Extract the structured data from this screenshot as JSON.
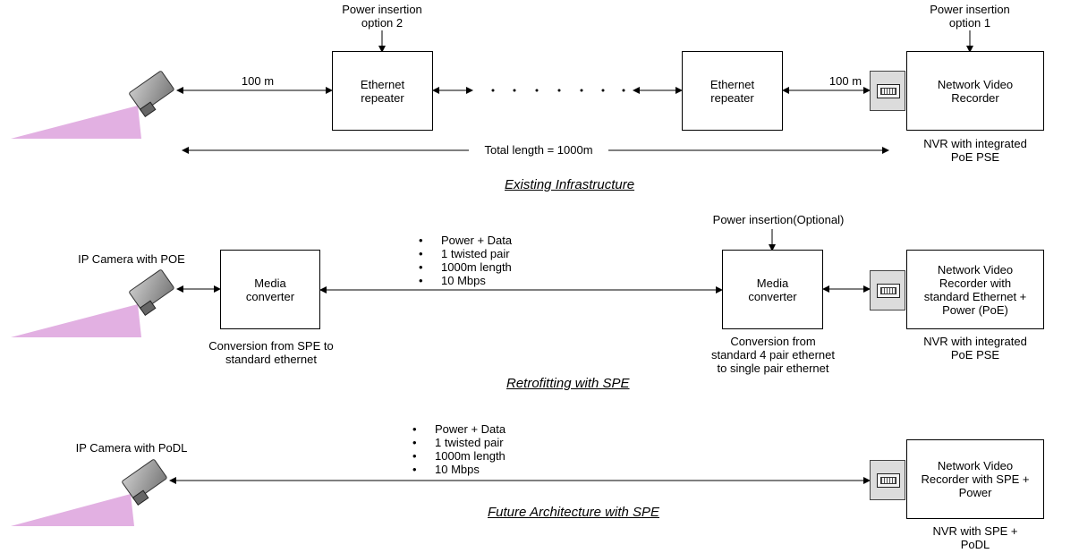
{
  "existing": {
    "title": "Existing Infrastructure",
    "power_option2": "Power insertion\noption 2",
    "power_option1": "Power insertion\noption 1",
    "segment1": "100 m",
    "segment2": "100 m",
    "repeater1": "Ethernet\nrepeater",
    "repeater2": "Ethernet\nrepeater",
    "nvr": "Network Video\nRecorder",
    "nvr_caption": "NVR with integrated\nPoE PSE",
    "total_length": "Total length = 1000m"
  },
  "retrofit": {
    "title": "Retrofitting with SPE",
    "camera_label": "IP Camera with POE",
    "power_optional": "Power insertion(Optional)",
    "bullets": [
      "Power + Data",
      "1 twisted pair",
      "1000m length",
      "10 Mbps"
    ],
    "converter1": "Media\nconverter",
    "converter2": "Media\nconverter",
    "converter1_caption": "Conversion from SPE to\nstandard ethernet",
    "converter2_caption": "Conversion from\nstandard 4 pair ethernet\nto single pair ethernet",
    "nvr": "Network Video\nRecorder with\nstandard Ethernet +\nPower (PoE)",
    "nvr_caption": "NVR with integrated\nPoE PSE"
  },
  "future": {
    "title": "Future Architecture with SPE",
    "camera_label": "IP Camera with PoDL",
    "bullets": [
      "Power + Data",
      "1 twisted pair",
      "1000m length",
      "10 Mbps"
    ],
    "nvr": "Network Video\nRecorder with SPE +\nPower",
    "nvr_caption": "NVR with SPE +\nPoDL"
  },
  "colors": {
    "beam": "#e2b0e2",
    "camera_body": "#9a9a9a",
    "port_gray": "#dcdcdc"
  }
}
